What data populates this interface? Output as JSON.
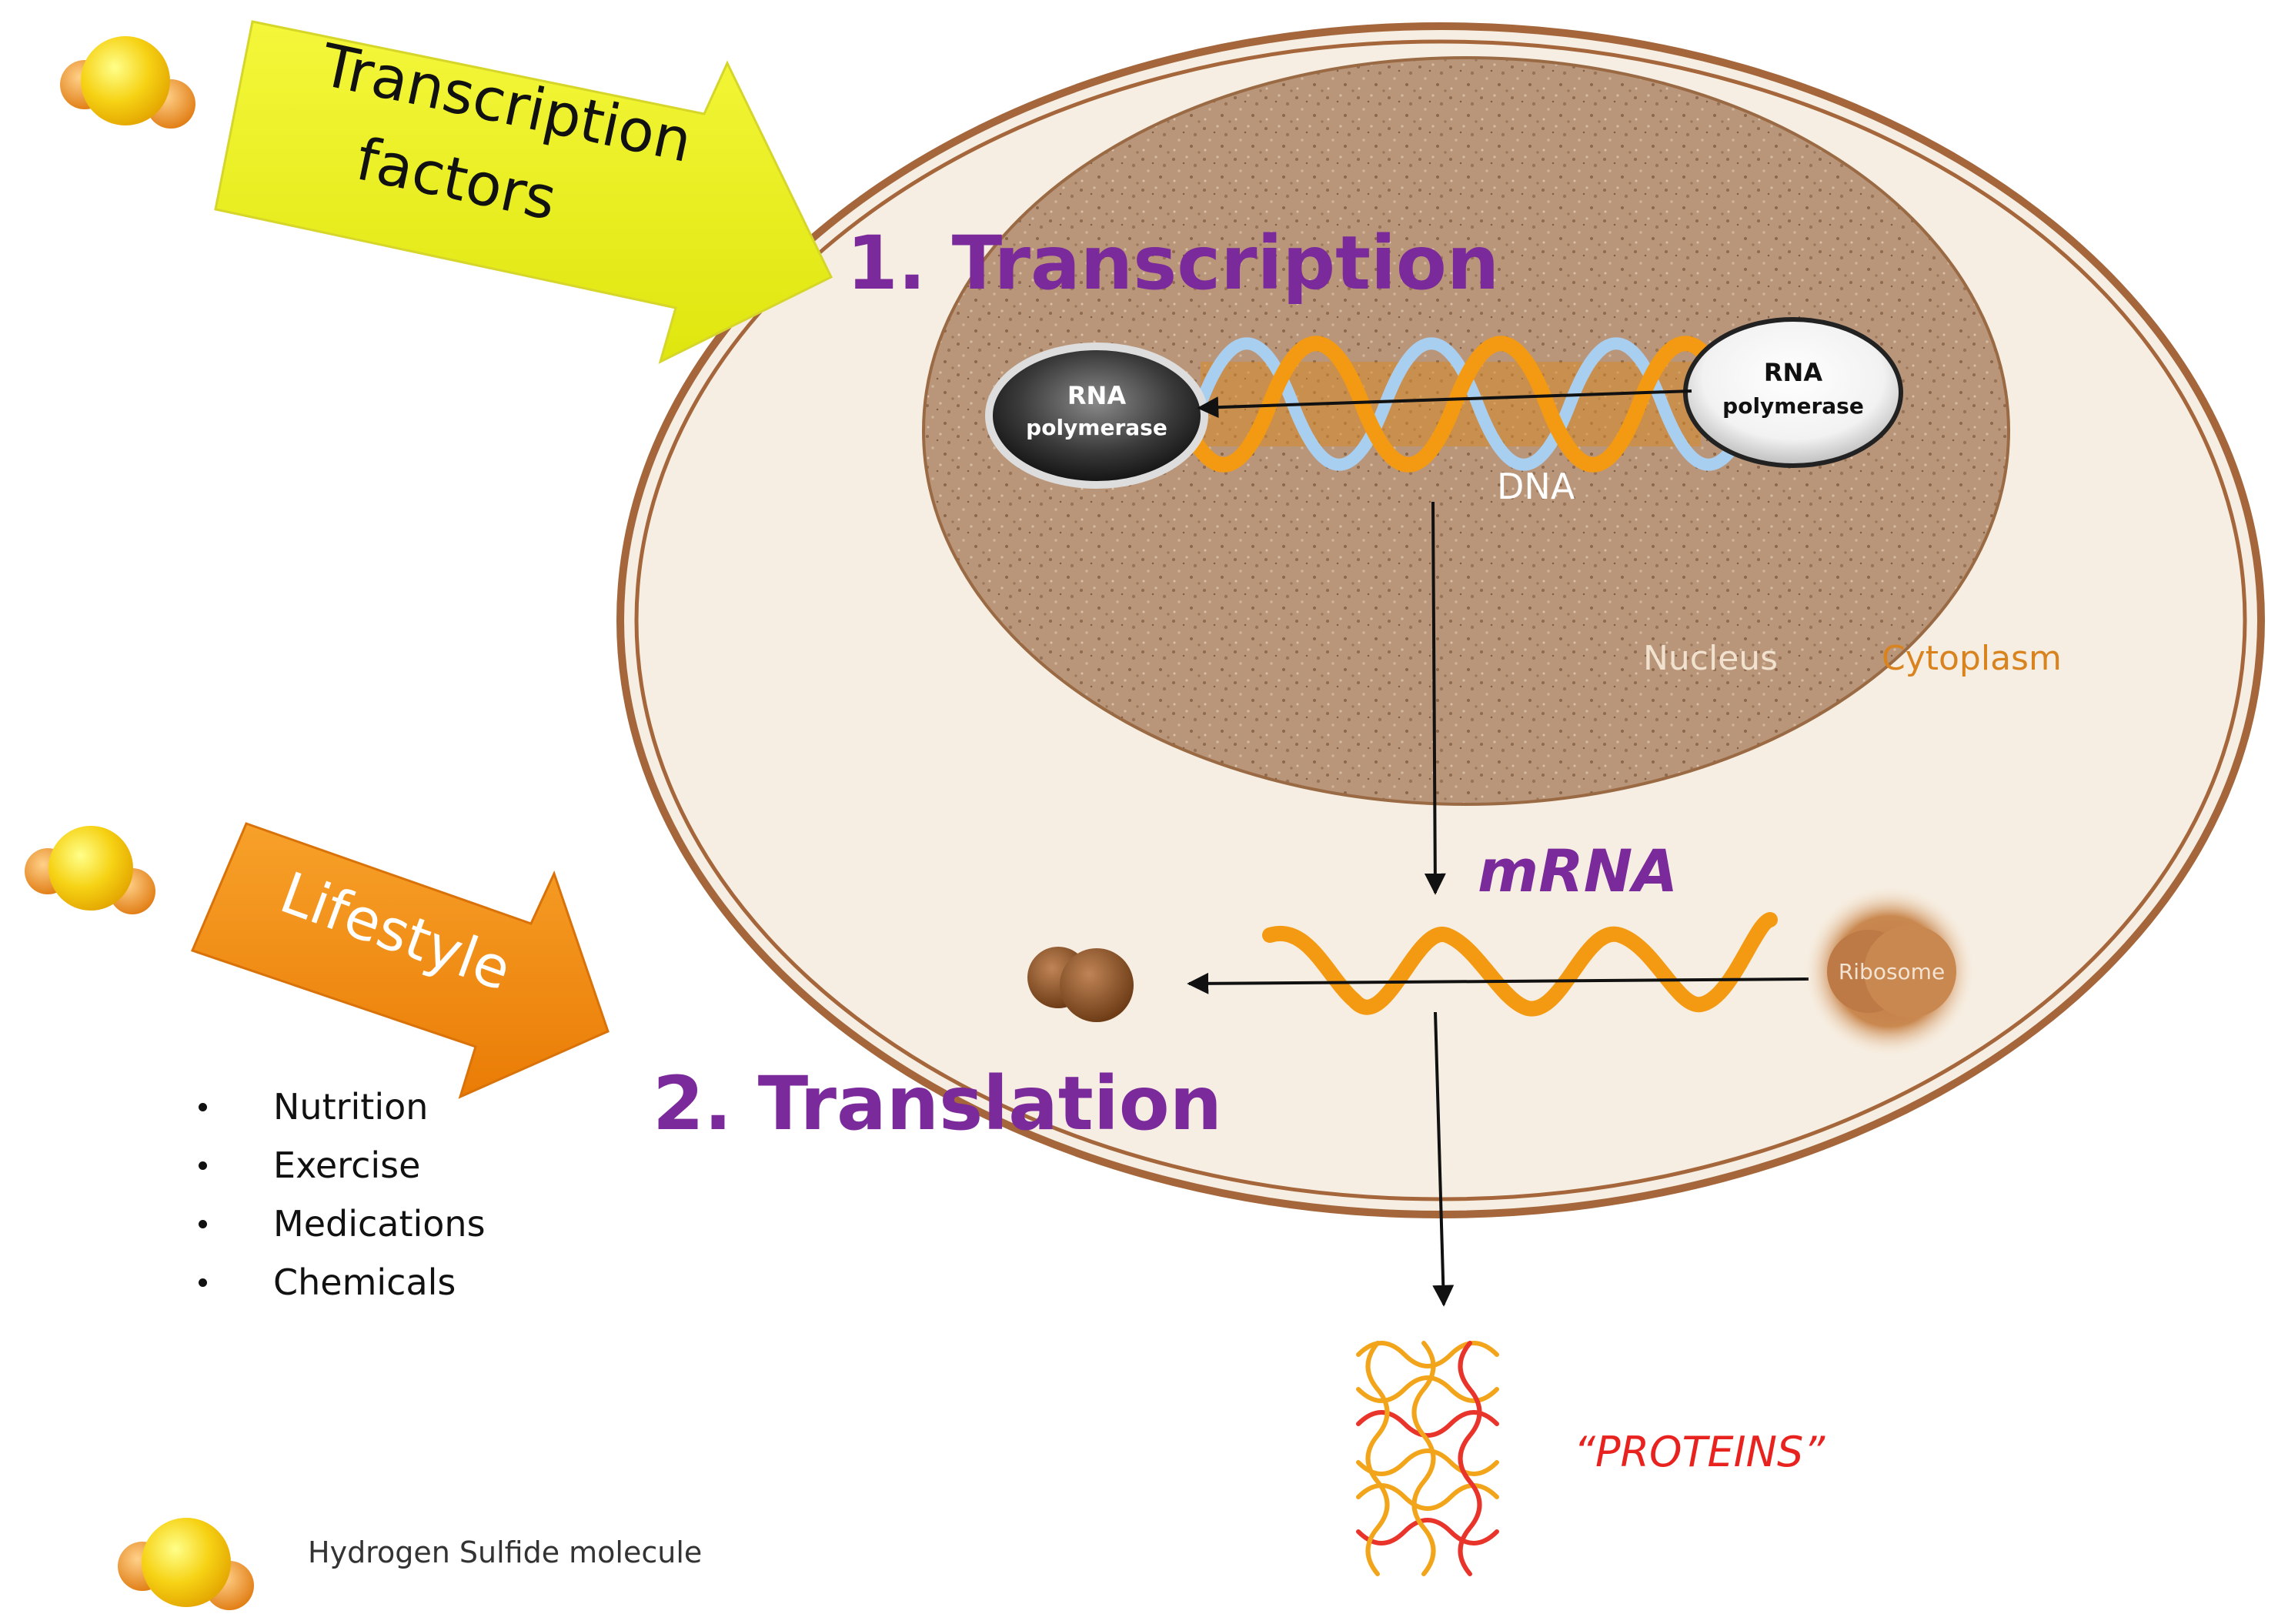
{
  "labels": {
    "transcription_factors": [
      "Transcription",
      "factors"
    ],
    "step1": "1. Transcription",
    "rna_polymerase_left": [
      "RNA",
      "polymerase"
    ],
    "rna_polymerase_right": [
      "RNA",
      "polymerase"
    ],
    "dna": "DNA",
    "nucleus": "Nucleus",
    "cytoplasm": "Cytoplasm",
    "mrna": "mRNA",
    "ribosome": "Ribosome",
    "lifestyle": "Lifestyle",
    "step2": "2. Translation",
    "proteins": "“PROTEINS”",
    "legend": "Hydrogen Sulfide molecule"
  },
  "lifestyle_items": [
    "Nutrition",
    "Exercise",
    "Medications",
    "Chemicals"
  ],
  "colors": {
    "title_purple": "#7b2a9b",
    "yellow_arrow": "#eef21c",
    "orange_arrow": "#f08c0c",
    "cell_border": "#a4663a",
    "nucleus_fill": "#b89477",
    "cytoplasm_text": "#d9831f",
    "proteins_text": "#e8231f"
  }
}
